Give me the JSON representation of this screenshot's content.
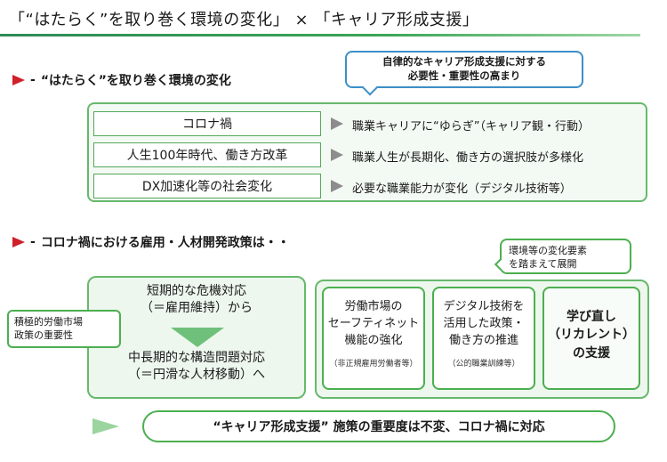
{
  "title": "「“はたらく”を取り巻く環境の変化」 × 「キャリア形成支援」",
  "section1": {
    "heading": "“はたらく”を取り巻く環境の変化",
    "callout": [
      "自律的なキャリア形成支援に対する",
      "必要性・重要性の高まり"
    ],
    "rows": [
      {
        "label": "コロナ禍",
        "desc": "職業キャリアに“ゆらぎ”（キャリア観・行動）"
      },
      {
        "label": "人生100年時代、働き方改革",
        "desc": "職業人生が長期化、働き方の選択肢が多様化"
      },
      {
        "label": "DX加速化等の社会変化",
        "desc": "必要な職業能力が変化（デジタル技術等）"
      }
    ]
  },
  "section2": {
    "heading": "コロナ禍における雇用・人材開発政策は・・",
    "callout": [
      "環境等の変化要素",
      "を踏まえて展開"
    ],
    "left": {
      "top": [
        "短期的な危機対応",
        "（＝雇用維持）から"
      ],
      "bottom": [
        "中長期的な構造問題対応",
        "（＝円滑な人材移動）へ"
      ]
    },
    "side_label": [
      "積極的労働市場",
      "政策の重要性"
    ],
    "policies": [
      {
        "lines": [
          "労働市場の",
          "セーフティネット",
          "機能の強化"
        ],
        "note": "（非正規雇用労働者等）"
      },
      {
        "lines": [
          "デジタル技術を",
          "活用した政策・",
          "働き方の推進"
        ],
        "note": "（公的職業訓練等）"
      },
      {
        "lines": [
          "学び直し",
          "（リカレント）",
          "の支援"
        ],
        "note": ""
      }
    ]
  },
  "conclusion": "“キャリア形成支援” 施策の重要度は不変、コロナ禍に対応",
  "colors": {
    "accent_red": "#d0202a",
    "green": "#4caf50",
    "blue": "#3d8fc8"
  }
}
